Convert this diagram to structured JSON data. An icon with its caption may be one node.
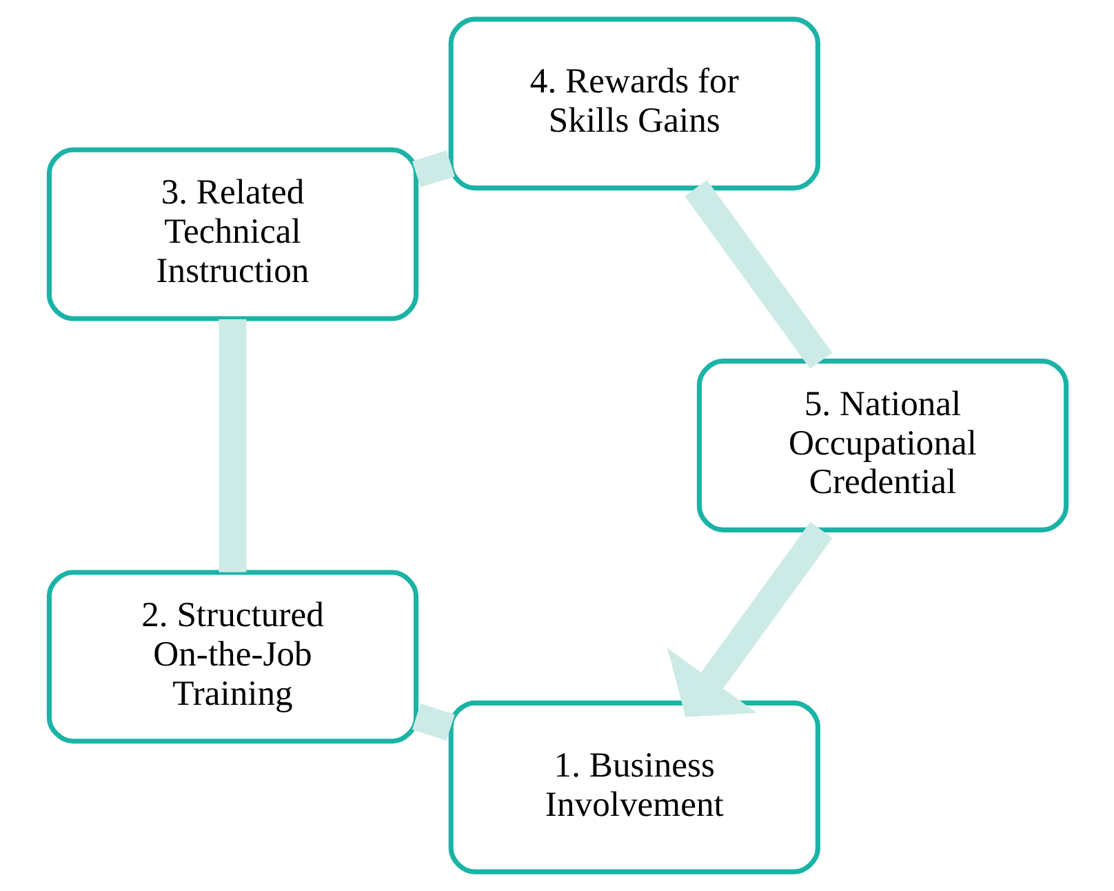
{
  "diagram": {
    "nodes": [
      {
        "text": [
          "1. Business Involvement"
        ]
      },
      {
        "text": [
          "2. Structured On-the-Job Training"
        ]
      },
      {
        "text": [
          "3. Related Technical Instruction"
        ]
      },
      {
        "text": [
          "4. Rewards for Skills Gains"
        ]
      },
      {
        "text": [
          "5. National Occupational Credential"
        ]
      }
    ],
    "edges": [
      {
        "from": 0,
        "to": 1,
        "arrow": "none"
      },
      {
        "from": 1,
        "to": 2,
        "arrow": "none"
      },
      {
        "from": 2,
        "to": 3,
        "arrow": "none"
      },
      {
        "from": 3,
        "to": 4,
        "arrow": "none"
      },
      {
        "from": 4,
        "to": 0,
        "arrow": "to"
      }
    ]
  }
}
